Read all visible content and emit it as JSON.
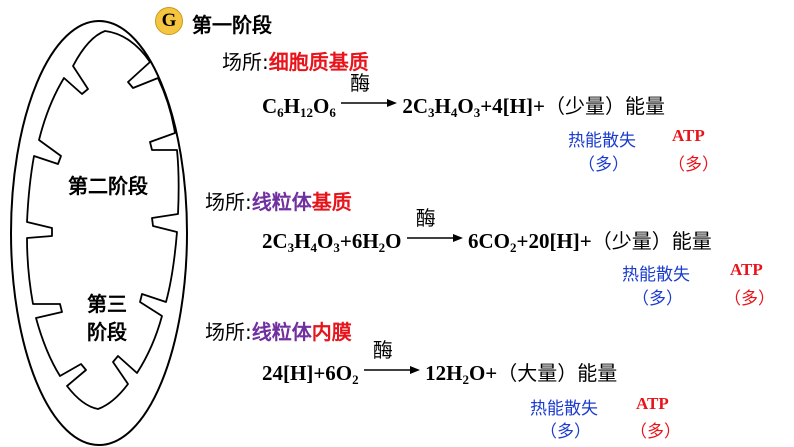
{
  "badge": "G",
  "title": "第一阶段",
  "place_prefix": "场所:",
  "stage1": {
    "place_name": "细胞质基质",
    "equation": {
      "left": [
        "C",
        "6",
        "H",
        "12",
        "O",
        "6"
      ],
      "enzyme": "酶",
      "right_formula": "2C",
      "right_sub1": "3",
      "right_H": "H",
      "right_sub2": "4",
      "right_O": "O",
      "right_sub3": "3",
      "right_tail": "+4[H]+",
      "amount": "（少量）能量"
    },
    "heat": "热能散失",
    "heat_many": "（多）",
    "atp": "ATP",
    "atp_many": "（多）"
  },
  "stage2": {
    "side_label": "第二阶段",
    "place_purple": "线粒体",
    "place_red": "基质",
    "equation": {
      "p1": "2C",
      "s1": "3",
      "p2": "H",
      "s2": "4",
      "p3": "O",
      "s3": "3",
      "p4": "+6H",
      "s4": "2",
      "p5": "O",
      "enzyme": "酶",
      "r1": "6CO",
      "rs1": "2",
      "r2": "+20[H]+",
      "amount": "（少量）能量"
    },
    "heat": "热能散失",
    "heat_many": "（多）",
    "atp": "ATP",
    "atp_many": "（多）"
  },
  "stage3": {
    "side_label_line1": "第三",
    "side_label_line2": "阶段",
    "place_purple": "线粒体",
    "place_red": "内膜",
    "equation": {
      "p1": "24[H]+6O",
      "s1": "2",
      "enzyme": "酶",
      "r1": "12H",
      "rs1": "2",
      "r2": "O+",
      "amount": "（大量）能量"
    },
    "heat": "热能散失",
    "heat_many": "（多）",
    "atp": "ATP",
    "atp_many": "（多）"
  },
  "colors": {
    "red": "#e8141b",
    "purple": "#7030a0",
    "blue": "#1b3ccf",
    "badge": "#f5c542"
  }
}
